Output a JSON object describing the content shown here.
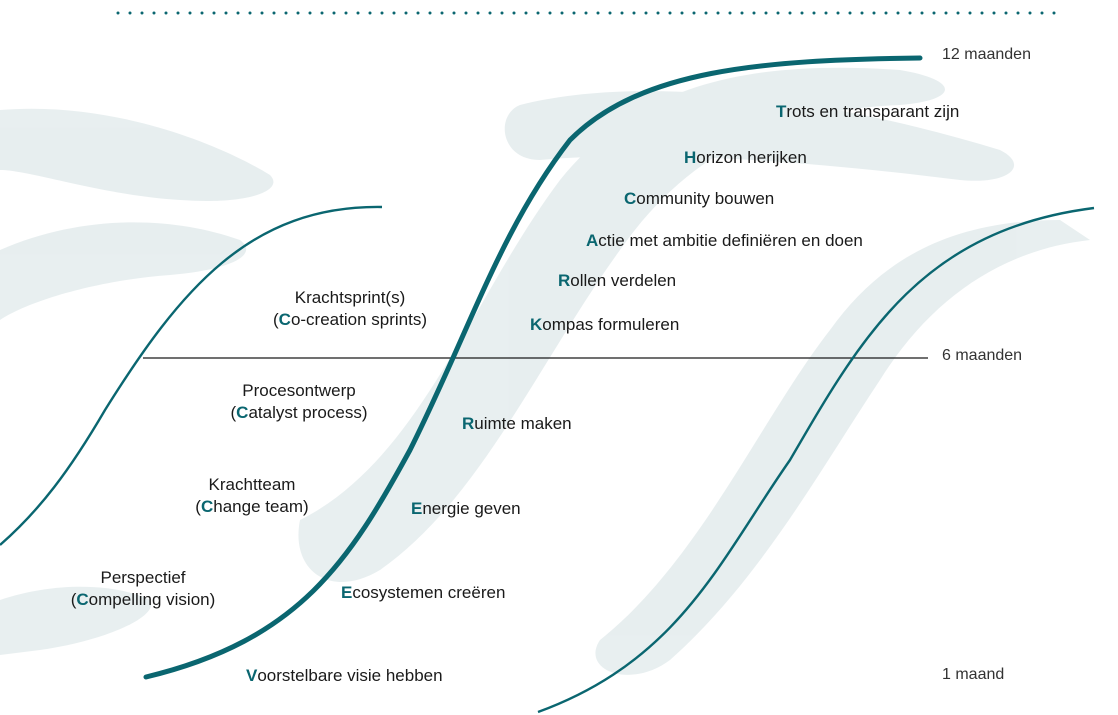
{
  "colors": {
    "accent": "#0a6670",
    "stroke_bg": "#d5e1e3",
    "text": "#1a1a1a"
  },
  "time_labels": {
    "top": "12 maanden",
    "middle": "6 maanden",
    "bottom": "1 maand"
  },
  "left_phases": [
    {
      "line1": "Krachtsprint(s)",
      "pre": "(",
      "cap": "C",
      "rest": "o-creation sprints)"
    },
    {
      "line1": "Procesontwerp",
      "pre": "(",
      "cap": "C",
      "rest": "atalyst process)"
    },
    {
      "line1": "Krachtteam",
      "pre": "(",
      "cap": "C",
      "rest": "hange team)"
    },
    {
      "line1": "Perspectief",
      "pre": "(",
      "cap": "C",
      "rest": "ompelling vision)"
    }
  ],
  "steps": [
    {
      "cap": "T",
      "rest": "rots en transparant zijn"
    },
    {
      "cap": "H",
      "rest": "orizon herijken"
    },
    {
      "cap": "C",
      "rest": "ommunity bouwen"
    },
    {
      "cap": "A",
      "rest": "ctie met ambitie definiëren en doen"
    },
    {
      "cap": "R",
      "rest": "ollen verdelen"
    },
    {
      "cap": "K",
      "rest": "ompas formuleren"
    },
    {
      "cap": "R",
      "rest": "uimte maken"
    },
    {
      "cap": "E",
      "rest": "nergie geven"
    },
    {
      "cap": "E",
      "rest": "cosystemen creëren"
    },
    {
      "cap": "V",
      "rest": "oorstelbare visie hebben"
    }
  ]
}
